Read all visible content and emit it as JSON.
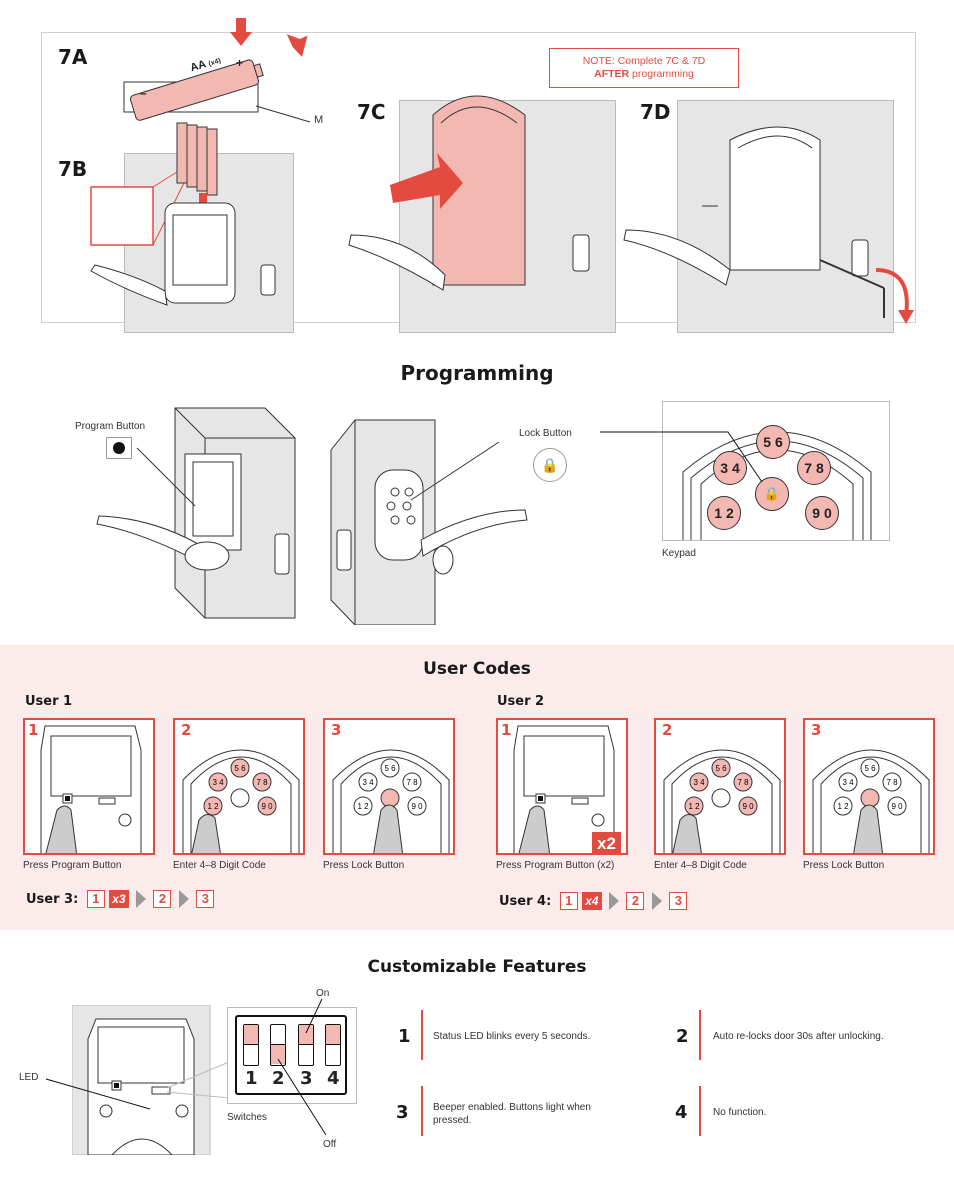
{
  "install": {
    "label_7a": "7A",
    "label_7b": "7B",
    "label_7c": "7C",
    "label_7d": "7D",
    "battery_text": "AA",
    "battery_qty": "(x4)",
    "battery_plus": "+",
    "battery_minus": "–",
    "m_label": "M",
    "note_line1": "NOTE: Complete 7C & 7D",
    "note_bold": "AFTER",
    "note_rest": " programming"
  },
  "programming": {
    "title": "Programming",
    "program_button_label": "Program Button",
    "lock_button_label": "Lock Button",
    "keypad_label": "Keypad",
    "keys": [
      "5 6",
      "3 4",
      "7 8",
      "1 2",
      "9 0"
    ]
  },
  "user_codes": {
    "title": "User Codes",
    "user1": {
      "title": "User 1",
      "steps": [
        {
          "num": "1",
          "caption": "Press Program Button"
        },
        {
          "num": "2",
          "caption": "Enter 4–8 Digit Code"
        },
        {
          "num": "3",
          "caption": "Press Lock Button"
        }
      ]
    },
    "user2": {
      "title": "User 2",
      "badge": "x2",
      "steps": [
        {
          "num": "1",
          "caption": "Press Program Button (x2)"
        },
        {
          "num": "2",
          "caption": "Enter 4–8 Digit Code"
        },
        {
          "num": "3",
          "caption": "Press Lock Button"
        }
      ]
    },
    "user3": {
      "label": "User 3:",
      "s1": "1",
      "times": "x3",
      "s2": "2",
      "s3": "3"
    },
    "user4": {
      "label": "User 4:",
      "s1": "1",
      "times": "x4",
      "s2": "2",
      "s3": "3"
    }
  },
  "features": {
    "title": "Customizable Features",
    "led_label": "LED",
    "switches_label": "Switches",
    "on_label": "On",
    "off_label": "Off",
    "switch_numbers": [
      "1",
      "2",
      "3",
      "4"
    ],
    "items": [
      {
        "num": "1",
        "text": "Status LED blinks every 5 seconds."
      },
      {
        "num": "2",
        "text": "Auto re-locks door 30s after unlocking."
      },
      {
        "num": "3",
        "text": "Beeper enabled. Buttons light when pressed."
      },
      {
        "num": "4",
        "text": "No function."
      }
    ]
  },
  "colors": {
    "accent": "#e34b41",
    "pink_band": "#fbeceb",
    "pink_fill": "#f4b8b3"
  }
}
